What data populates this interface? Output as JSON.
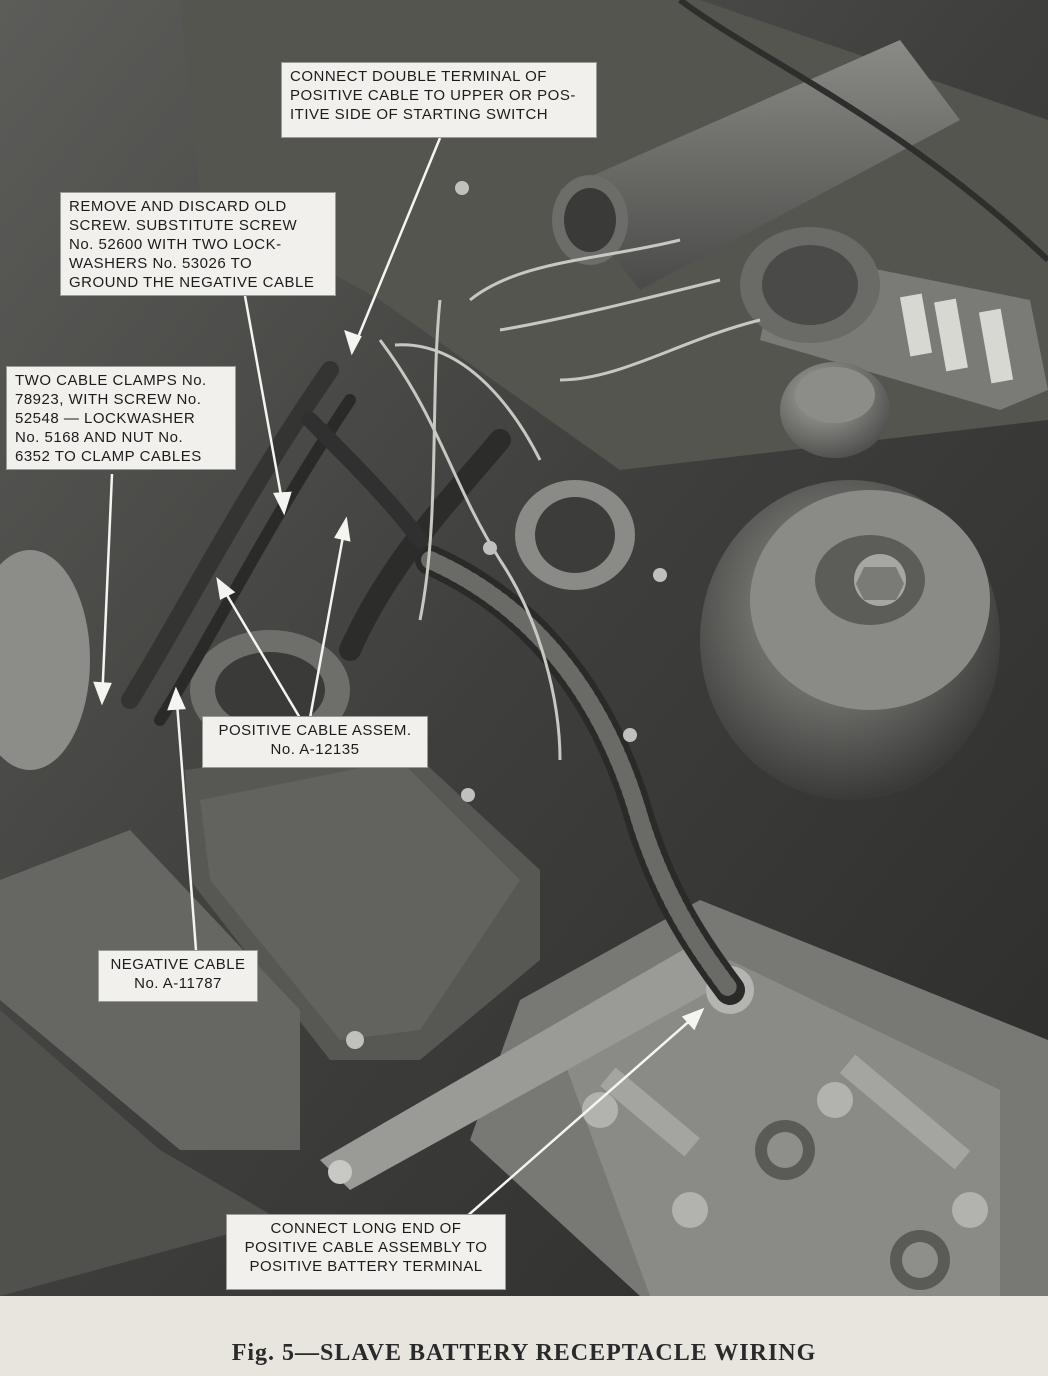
{
  "callouts": {
    "starting_switch": [
      "CONNECT DOUBLE TERMINAL OF",
      "POSITIVE CABLE TO UPPER OR POS-",
      "ITIVE SIDE OF STARTING SWITCH"
    ],
    "ground_screw": [
      "REMOVE AND DISCARD OLD",
      "SCREW. SUBSTITUTE SCREW",
      "No. 52600 WITH TWO LOCK-",
      "WASHERS No. 53026 TO",
      "GROUND THE NEGATIVE CABLE"
    ],
    "cable_clamps": [
      "TWO CABLE CLAMPS No.",
      "78923, WITH SCREW No.",
      "52548 — LOCKWASHER",
      "No. 5168 AND NUT No.",
      "6352 TO CLAMP CABLES"
    ],
    "positive_cable": [
      "POSITIVE CABLE ASSEM.",
      "No. A-12135"
    ],
    "negative_cable": [
      "NEGATIVE CABLE",
      "No. A-11787"
    ],
    "battery_terminal": [
      "CONNECT LONG END OF",
      "POSITIVE CABLE ASSEMBLY TO",
      "POSITIVE BATTERY TERMINAL"
    ]
  },
  "caption": "Fig. 5—SLAVE BATTERY RECEPTACLE WIRING"
}
